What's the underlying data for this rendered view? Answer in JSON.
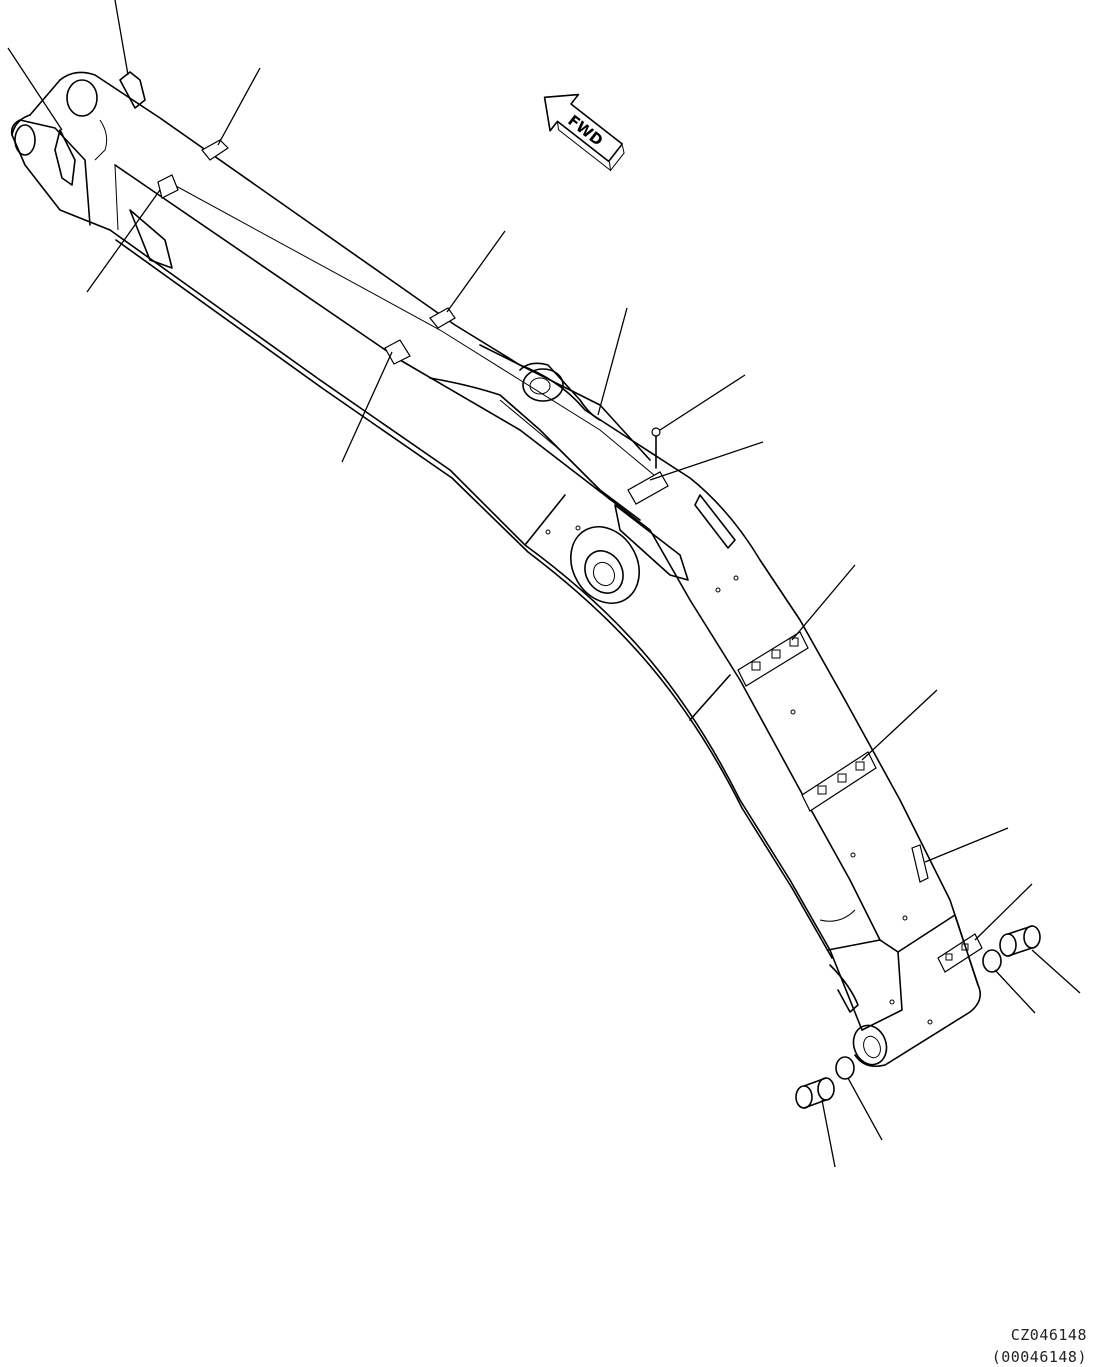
{
  "figure": {
    "direction_arrow_text": "FWD",
    "drawing_code": "CZ046148",
    "drawing_ref": "(00046148)"
  }
}
